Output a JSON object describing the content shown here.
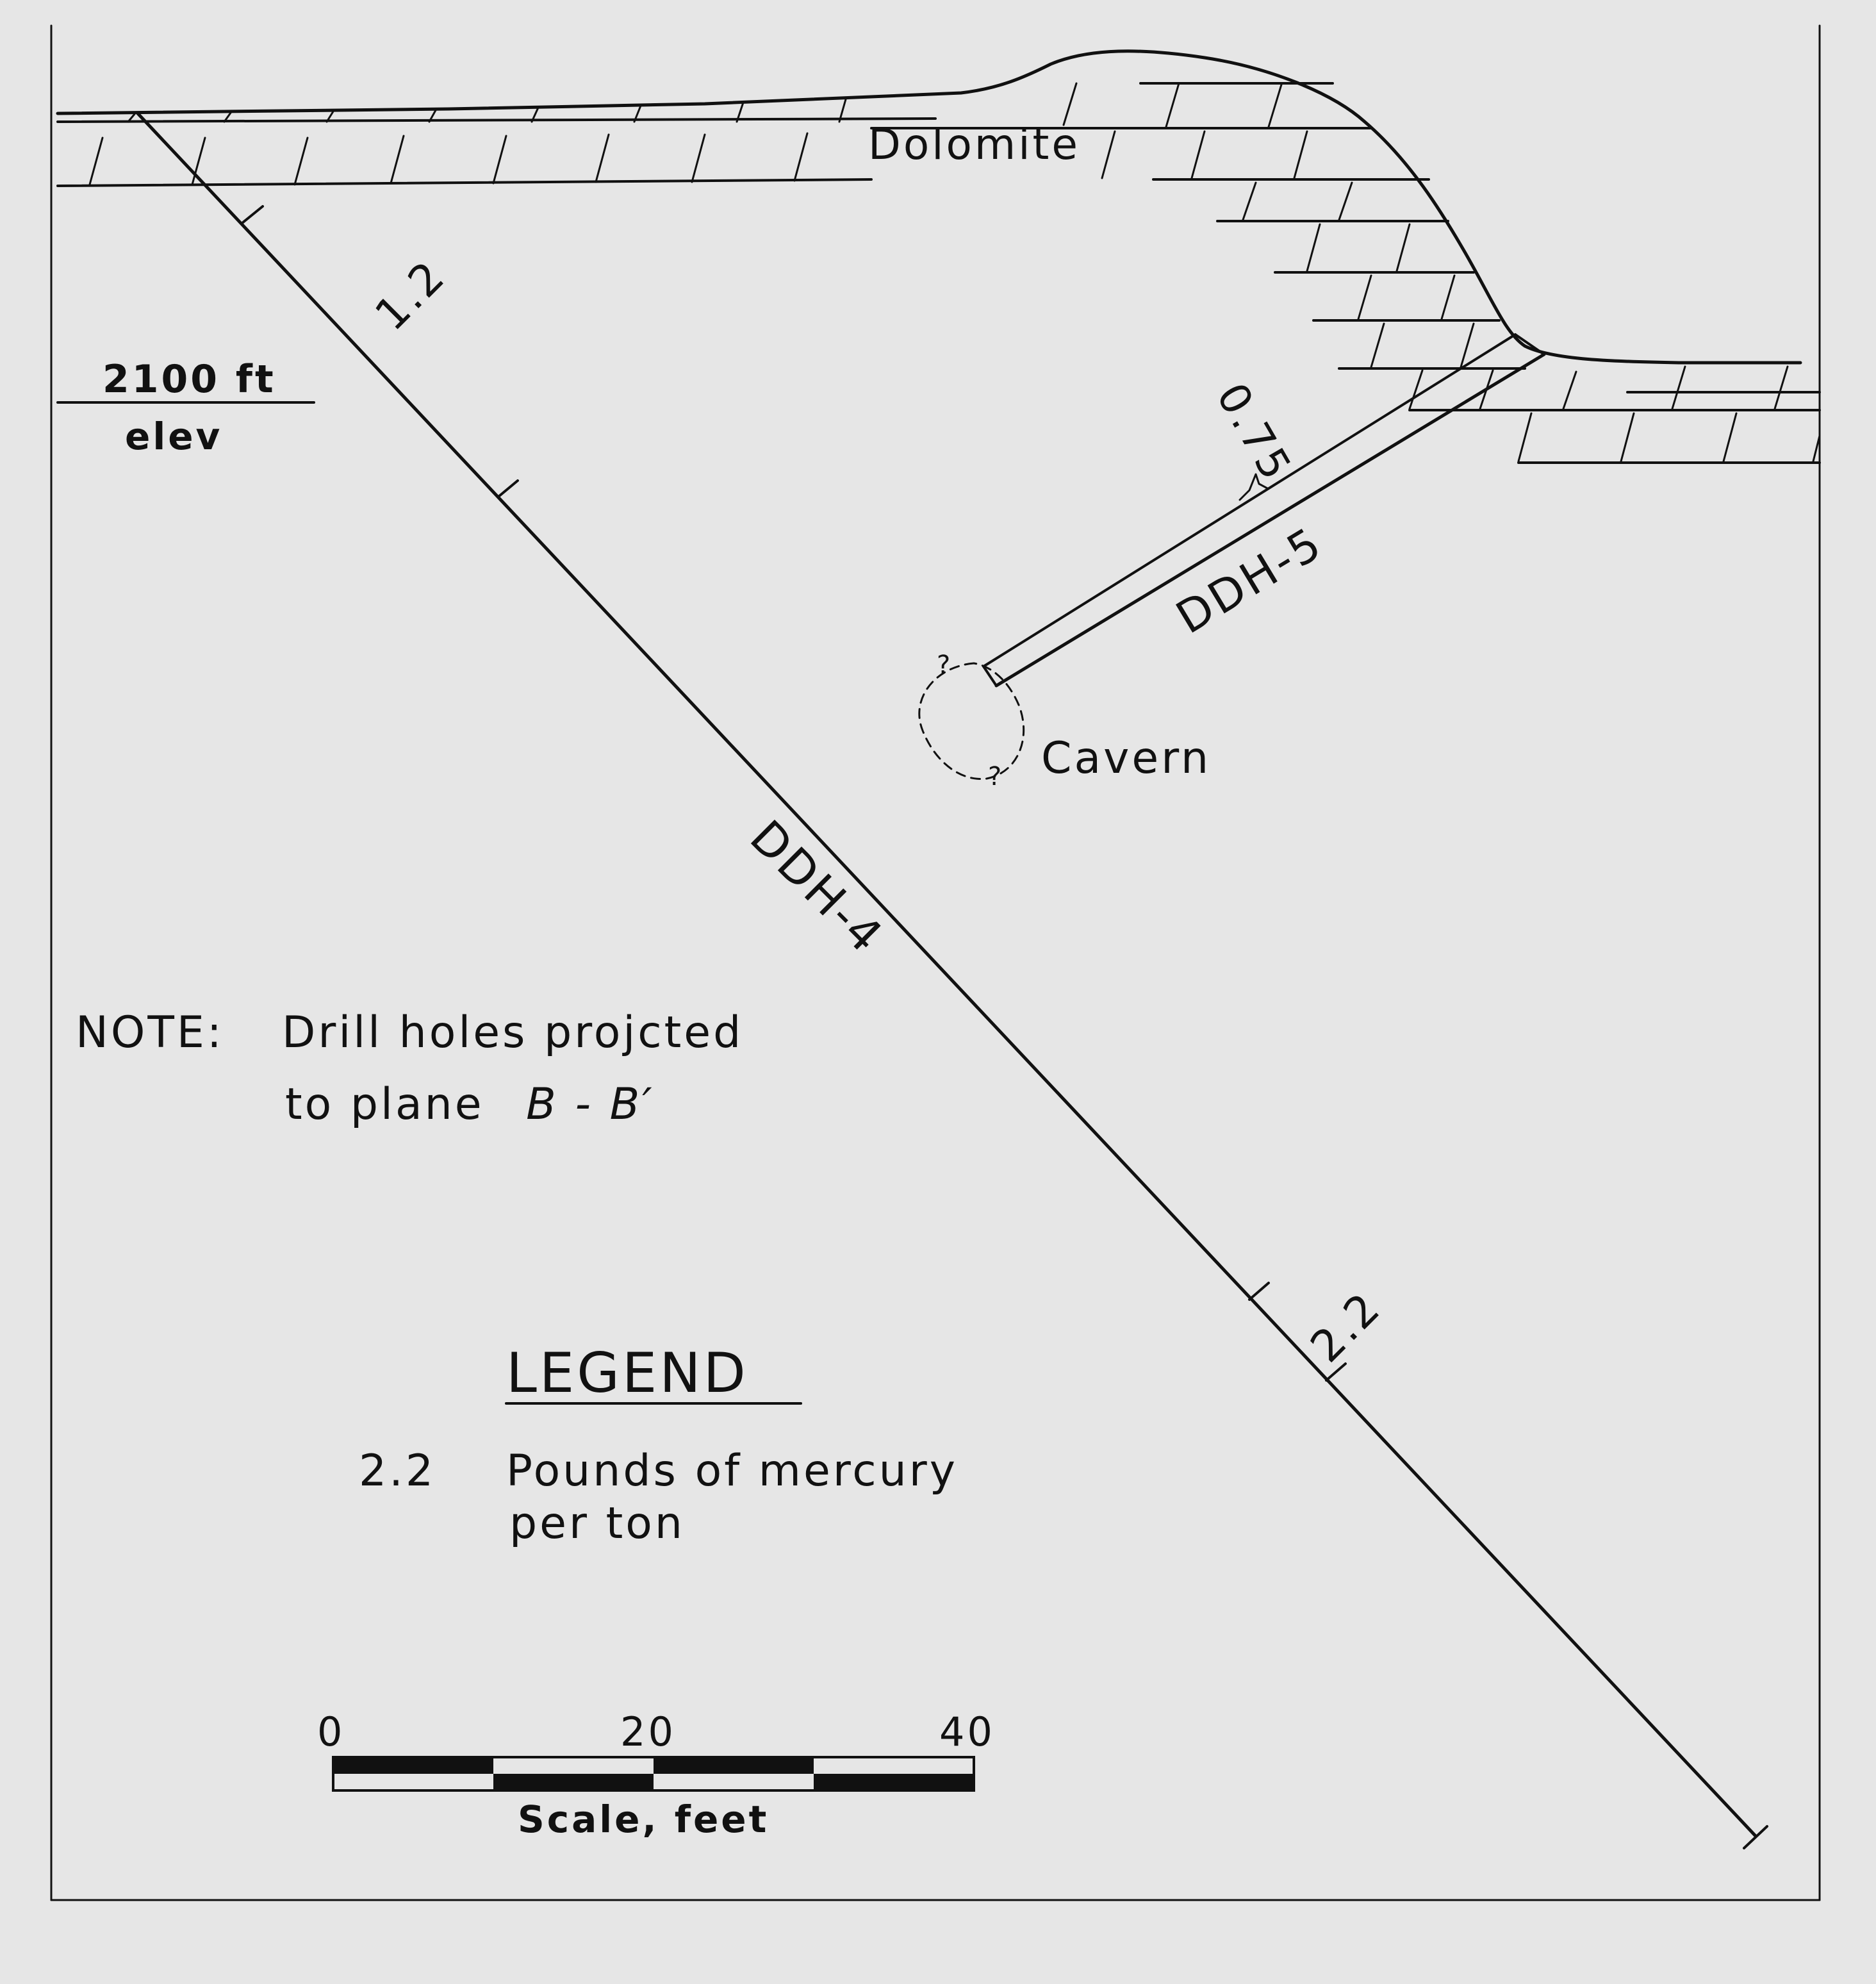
{
  "labels": {
    "dolomite": "Dolomite",
    "elevation_value": "2100 ft",
    "elevation_unit": "elev",
    "hole_a": "DDH-4",
    "hole_b": "DDH-5",
    "cavern": "Cavern",
    "question_mark": "?",
    "assay_1": "1.2",
    "assay_2": "2.2",
    "assay_3": "0.75"
  },
  "note": {
    "label": "NOTE:",
    "line1": "Drill holes projcted",
    "line2_prefix": "to plane",
    "plane": "B - B′"
  },
  "legend": {
    "title": "LEGEND",
    "sample_value": "2.2",
    "description_line1": "Pounds of mercury",
    "description_line2": "per ton"
  },
  "scale": {
    "ticks": [
      "0",
      "20",
      "40"
    ],
    "caption": "Scale, feet"
  }
}
